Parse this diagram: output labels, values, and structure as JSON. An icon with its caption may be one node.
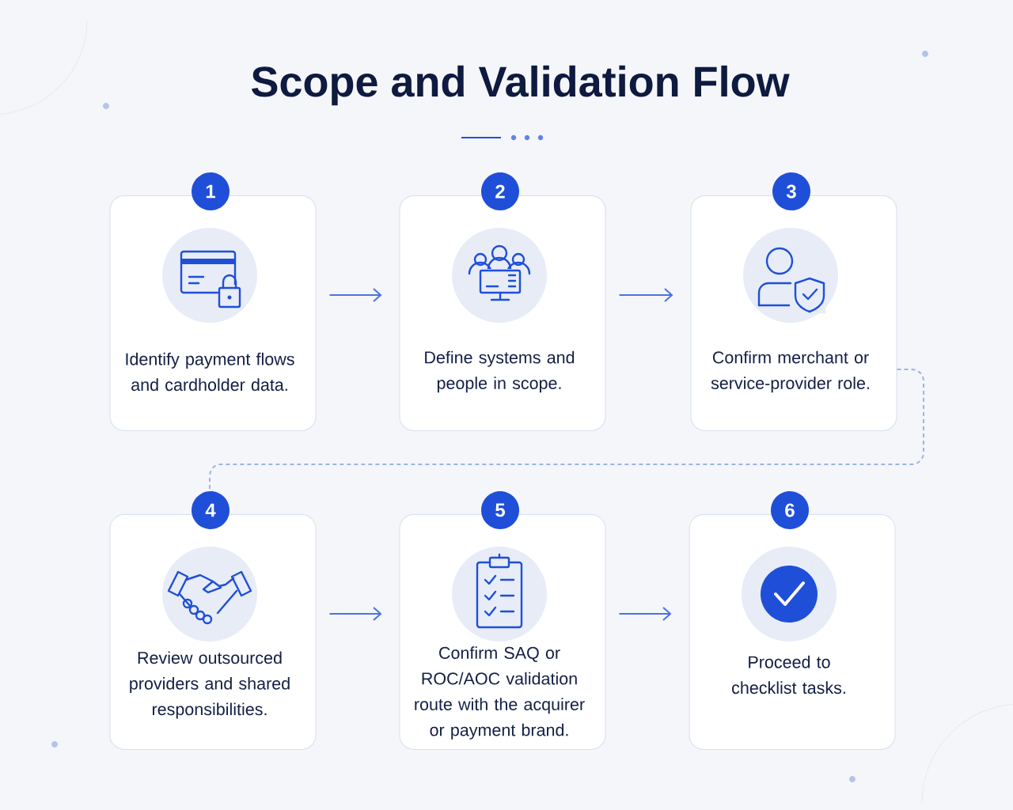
{
  "diagram": {
    "title": "Scope and Validation Flow",
    "nodes": [
      {
        "text": [
          "1",
          "Identify payment flows and cardholder data."
        ]
      },
      {
        "text": [
          "2",
          "Define systems and people in scope."
        ]
      },
      {
        "text": [
          "3",
          "Confirm merchant or service-provider role."
        ]
      },
      {
        "text": [
          "4",
          "Review outsourced providers and shared responsibilities."
        ]
      },
      {
        "text": [
          "5",
          "Confirm SAQ or ROC/AOC validation route with the acquirer or payment brand."
        ]
      },
      {
        "text": [
          "6",
          "Proceed to checklist tasks."
        ]
      }
    ],
    "edges": [
      {
        "from": 0,
        "to": 1,
        "arrow": "to"
      },
      {
        "from": 1,
        "to": 2,
        "arrow": "to"
      },
      {
        "from": 2,
        "to": 3,
        "arrow": "none",
        "style": "dashed",
        "color": "#9bb3e8"
      },
      {
        "from": 3,
        "to": 4,
        "arrow": "to"
      },
      {
        "from": 4,
        "to": 5,
        "arrow": "to"
      }
    ]
  }
}
